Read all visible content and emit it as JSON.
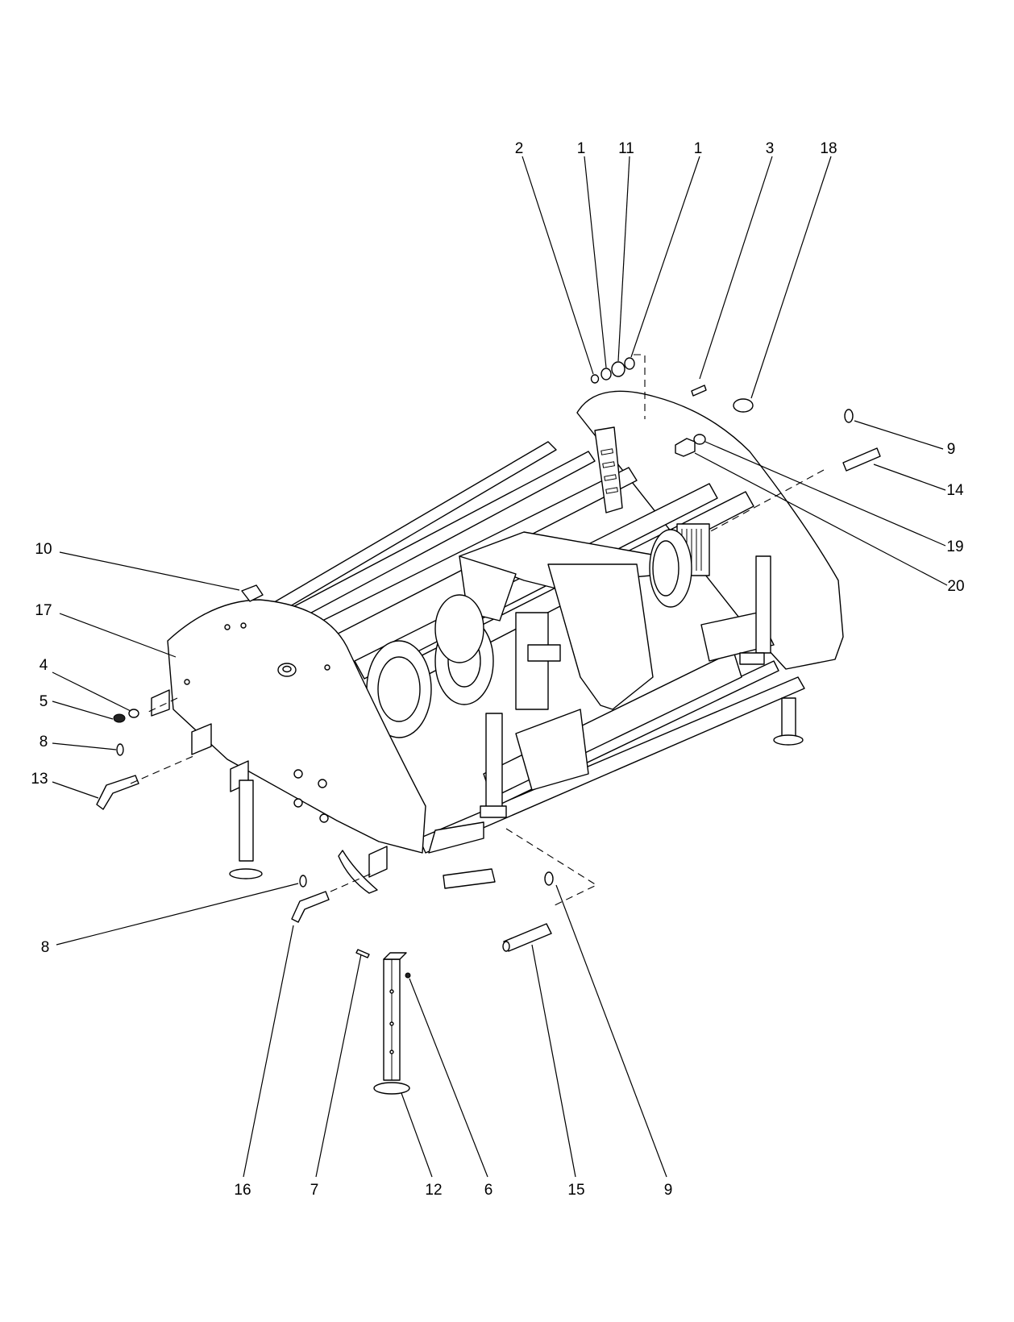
{
  "diagram": {
    "callouts": [
      {
        "id": "c-2-top",
        "label": "2"
      },
      {
        "id": "c-1-top-a",
        "label": "1"
      },
      {
        "id": "c-11-top",
        "label": "11"
      },
      {
        "id": "c-1-top-b",
        "label": "1"
      },
      {
        "id": "c-3-top",
        "label": "3"
      },
      {
        "id": "c-18-top",
        "label": "18"
      },
      {
        "id": "c-9-right",
        "label": "9"
      },
      {
        "id": "c-14-right",
        "label": "14"
      },
      {
        "id": "c-19-right",
        "label": "19"
      },
      {
        "id": "c-20-right",
        "label": "20"
      },
      {
        "id": "c-10-left",
        "label": "10"
      },
      {
        "id": "c-17-left",
        "label": "17"
      },
      {
        "id": "c-4-left",
        "label": "4"
      },
      {
        "id": "c-5-left",
        "label": "5"
      },
      {
        "id": "c-8-left-a",
        "label": "8"
      },
      {
        "id": "c-13-left",
        "label": "13"
      },
      {
        "id": "c-8-left-b",
        "label": "8"
      },
      {
        "id": "c-16-bottom",
        "label": "16"
      },
      {
        "id": "c-7-bottom",
        "label": "7"
      },
      {
        "id": "c-12-bottom",
        "label": "12"
      },
      {
        "id": "c-6-bottom",
        "label": "6"
      },
      {
        "id": "c-15-bottom",
        "label": "15"
      },
      {
        "id": "c-9-bottom",
        "label": "9"
      }
    ]
  }
}
